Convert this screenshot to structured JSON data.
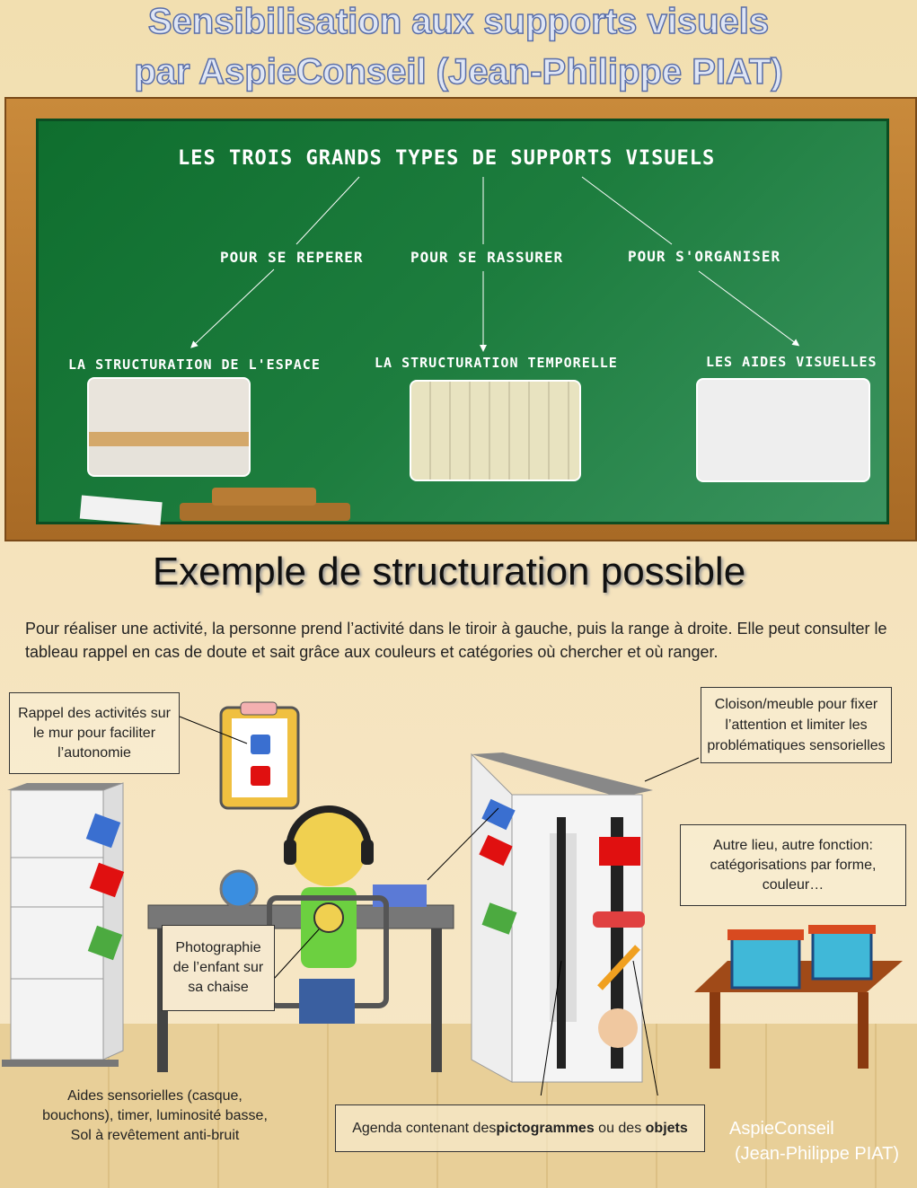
{
  "title": {
    "line1": "Sensibilisation aux supports visuels",
    "line2": "par AspieConseil (Jean-Philippe PIAT)"
  },
  "board": {
    "main": "LES TROIS GRANDS TYPES DE SUPPORTS VISUELS",
    "purposes": [
      "POUR SE REPERER",
      "POUR SE RASSURER",
      "POUR S'ORGANISER"
    ],
    "types": [
      "LA STRUCTURATION DE L'ESPACE",
      "LA STRUCTURATION TEMPORELLE",
      "LES AIDES VISUELLES"
    ]
  },
  "example": {
    "heading": "Exemple de structuration possible",
    "paragraph": "Pour réaliser une activité, la personne prend l’activité dans le tiroir à gauche, puis la range à droite. Elle peut consulter le tableau rappel en cas de doute et sait grâce aux couleurs et catégories où  chercher et où ranger."
  },
  "callouts": {
    "rappel": "Rappel des activités sur le mur pour faciliter l’autonomie",
    "cloison": "Cloison/meuble pour fixer l’attention et limiter les problématiques sensorielles",
    "autre_lieu": "Autre lieu, autre fonction: catégorisations par forme, couleur…",
    "photo": "Photographie de l’enfant sur sa chaise",
    "aides": "Aides sensorielles (casque, bouchons), timer,  luminosité basse, Sol à revêtement anti-bruit",
    "agenda_pre": "Agenda contenant des ",
    "agenda_b1": "pictogrammes",
    "agenda_mid": " ou des ",
    "agenda_b2": "objets"
  },
  "signature": {
    "line1": "AspieConseil",
    "line2": "(Jean-Philippe PIAT)"
  },
  "colors": {
    "board": "#1d7d3e",
    "frame": "#b8772f",
    "blue": "#3a6fd0",
    "red": "#e01010",
    "green": "#4caa40"
  }
}
